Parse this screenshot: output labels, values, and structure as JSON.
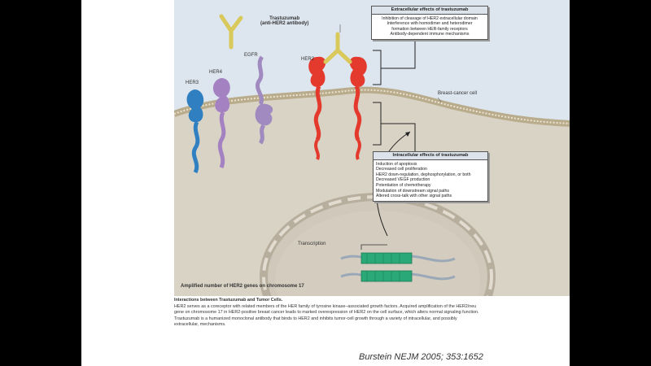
{
  "labels": {
    "trastuzumab_line1": "Trastuzumab",
    "trastuzumab_line2": "(anti-HER2 antibody)",
    "her3": "HER3",
    "her4": "HER4",
    "egfr": "EGFR",
    "her2": "HER2",
    "breast_cancer_cell": "Breast-cancer cell",
    "transcription": "Transcription",
    "amplified": "Amplified number of HER2 genes on chromosome 17"
  },
  "extracellular_box": {
    "title": "Extracellular effects of trastuzumab",
    "items": [
      "Inhibition of cleavage of HER2 extracellular domain",
      "Interference with homodimer and heterodimer",
      "formation between HER-family receptors",
      "Antibody-dependent immune mechanisms"
    ]
  },
  "intracellular_box": {
    "title": "Intracellular effects of trastuzumab",
    "items": [
      "Induction of apoptosis",
      "Decreased cell proliferation",
      "HER2 down-regulation, dephosphorylation, or both",
      "Decreased VEGF production",
      "Potentiation of chemotherapy",
      "Modulation of downstream signal paths",
      "Altered cross-talk with other signal paths"
    ]
  },
  "caption": {
    "title": "Interactions between Trastuzumab and Tumor Cells.",
    "body": "HER2 serves as a coreceptor with related members of the HER family of tyrosine kinase–associated growth factors. Acquired amplification of the HER2/neu gene on chromosome 17 in HER2-positive breast cancer leads to marked overexpression of HER2 on the cell surface, which alters normal signaling function. Trastuzumab is a humanized monoclonal antibody that binds to HER2 and inhibits tumor-cell growth through a variety of intracellular, and possibly extracellular, mechanisms."
  },
  "citation": "Burstein NEJM 2005; 353:1652",
  "colors": {
    "background": "#000000",
    "extracellular": "#dde6ef",
    "cytoplasm": "#d9d3c6",
    "membrane": "#c6b99a",
    "her3": "#2f7fc1",
    "her4": "#a482c2",
    "egfr": "#a08ac0",
    "her2": "#e43a2e",
    "antibody": "#d9c85a",
    "dna_gene": "#2aa877"
  }
}
